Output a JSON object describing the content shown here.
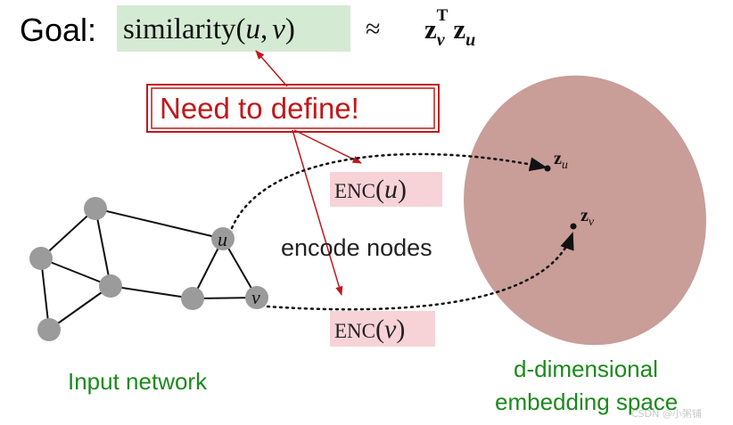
{
  "goal": {
    "label": "Goal:",
    "similarity": "similarity",
    "open_paren": "(",
    "arg_u": "u",
    "comma": ",",
    "arg_v": "v",
    "close_paren": ")",
    "approx": "≈",
    "z": "z",
    "z_first_sub": "v",
    "z_first_sup": "T",
    "z_second_sub": "u",
    "highlight_color": "#d5ead3"
  },
  "callout": {
    "text": "Need to define!",
    "color": "#c0181b"
  },
  "encoders": [
    {
      "func": "ENC",
      "open": "(",
      "arg": "u",
      "close": ")"
    },
    {
      "func": "ENC",
      "open": "(",
      "arg": "v",
      "close": ")"
    }
  ],
  "encoder_bg_color": "#f7d3d8",
  "edge_label": "encode nodes",
  "input_network": {
    "label": "Input network",
    "labeled_nodes": [
      "u",
      "v"
    ],
    "node_color": "#9b9b9b"
  },
  "embedding_space": {
    "label_line1": "d-dimensional",
    "label_line2": "embedding space",
    "fill_color": "#c99d98",
    "points": [
      {
        "symbol": "z",
        "sub": "u"
      },
      {
        "symbol": "z",
        "sub": "v"
      }
    ]
  },
  "label_color": "#1b8a1b",
  "watermark": "CSDN @小粥铺"
}
